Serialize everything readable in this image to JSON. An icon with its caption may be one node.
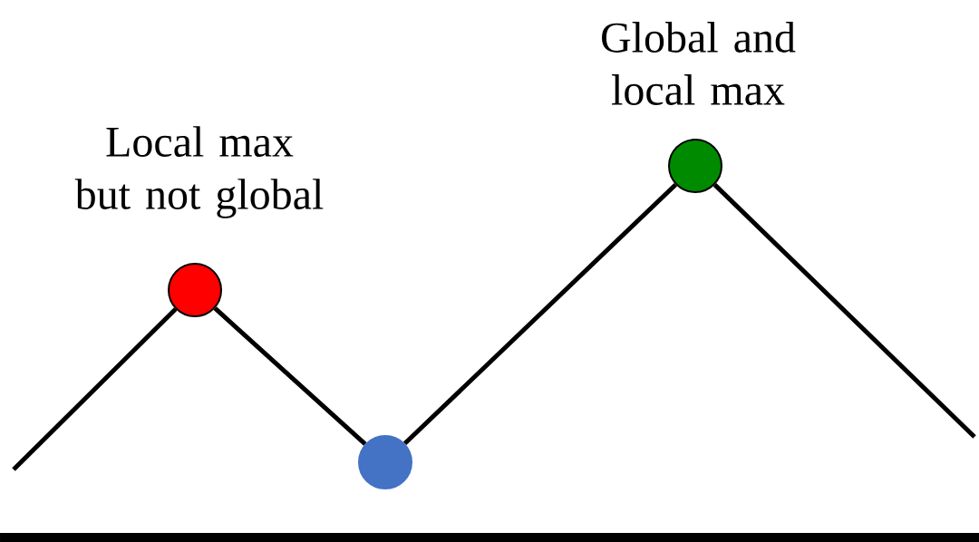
{
  "diagram": {
    "nodes": [
      {
        "text": [],
        "shape": "circle",
        "beside": [
          "Local max but not global"
        ]
      },
      {
        "text": [],
        "shape": "circle"
      },
      {
        "text": [],
        "shape": "circle",
        "beside": [
          "Global and local max"
        ]
      }
    ],
    "edges": [
      {
        "from": null,
        "to": 0,
        "arrow": "none"
      },
      {
        "from": 0,
        "to": 1,
        "arrow": "none"
      },
      {
        "from": 1,
        "to": 2,
        "arrow": "none"
      },
      {
        "from": 2,
        "to": null,
        "arrow": "none"
      }
    ]
  }
}
